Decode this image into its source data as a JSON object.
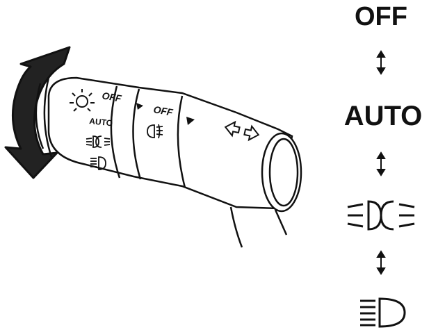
{
  "lever": {
    "switch_positions": [
      "OFF",
      "AUTO"
    ],
    "fog_ring_label": "OFF"
  },
  "legend": {
    "positions": [
      "OFF",
      "AUTO"
    ],
    "position_icons": [
      "low-beam-headlight-icon",
      "high-beam-headlight-icon"
    ],
    "separator_icon": "double-arrow-vertical-icon"
  },
  "icons": {
    "rotation_arrow": "rotate-arrow-icon",
    "parking_light": "parking-light-icon",
    "low_beam": "low-beam-headlight-icon",
    "high_beam": "high-beam-headlight-icon",
    "fog_light": "fog-light-icon",
    "turn_signal": "turn-signal-arrows-icon"
  },
  "colors": {
    "ink": "#111111",
    "arrow_fill": "#222222",
    "background": "#ffffff"
  }
}
